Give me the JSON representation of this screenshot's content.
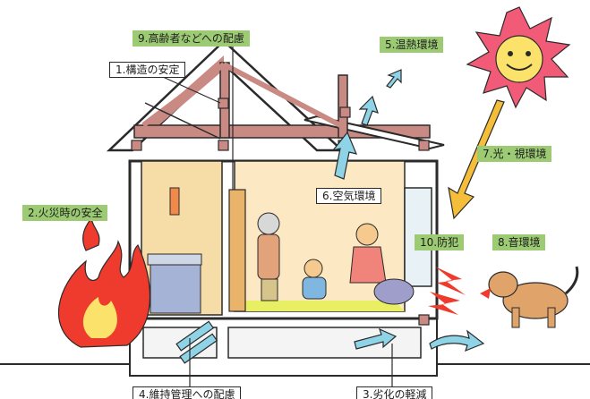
{
  "labels": {
    "elderly_care": "9.高齢者などへの配慮",
    "structure": "1.構造の安定",
    "thermal": "5.温熱環境",
    "light": "7.光・視環境",
    "fire": "2.火災時の安全",
    "air": "6.空気環境",
    "crime": "10.防犯",
    "sound": "8.音環境",
    "maintenance": "4.維持管理への配慮",
    "deterioration": "3.劣化の軽減"
  },
  "colors": {
    "label_green": "#9ccb73",
    "roof_red": "#c98a84",
    "floor_green": "#e9ef63",
    "sun": "#f25b78",
    "sun_face": "#fbe26a",
    "fire": "#ef3b2d",
    "air_arrow": "#8fd3e6",
    "sun_arrow": "#f4bd3a",
    "sound_wave": "#ef3b2d"
  },
  "icons": [
    "sun-icon",
    "fire-icon",
    "dog-icon",
    "air-arrow-icon",
    "sunlight-arrow-icon",
    "sound-wave-icon"
  ]
}
